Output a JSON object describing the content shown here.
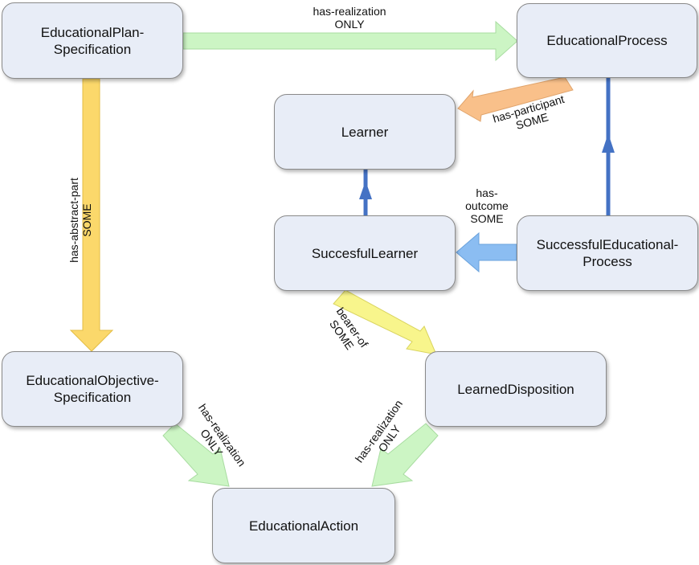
{
  "nodes": {
    "plan_spec": [
      "EducationalPlan-",
      "Specification"
    ],
    "process": "EducationalProcess",
    "learner": "Learner",
    "successful_learner": "SuccesfulLearner",
    "successful_process": [
      "SuccessfulEducational-",
      "Process"
    ],
    "objective_spec": [
      "EducationalObjective-",
      "Specification"
    ],
    "learned_disposition": "LearnedDisposition",
    "action": "EducationalAction"
  },
  "edges": {
    "plan_to_process": [
      "has-realization",
      "ONLY"
    ],
    "plan_to_objective": [
      "has-abstract-part",
      "SOME"
    ],
    "process_to_learner": [
      "has-participant",
      "SOME"
    ],
    "successful_process_to_successful_learner": [
      "has-",
      "outcome",
      "SOME"
    ],
    "successful_learner_to_disposition": [
      "bearer-of",
      "SOME"
    ],
    "objective_to_action": [
      "has-realization",
      "ONLY"
    ],
    "disposition_to_action": [
      "has-realization",
      "ONLY"
    ]
  },
  "colors": {
    "node_fill": "#e8edf7",
    "arrow_green": "#ccf5c4",
    "arrow_gold": "#fbd86b",
    "arrow_orange": "#f9c08a",
    "arrow_yellow": "#f8f58c",
    "arrow_light_blue": "#8bbdf2",
    "arrow_blue": "#4472c4"
  }
}
